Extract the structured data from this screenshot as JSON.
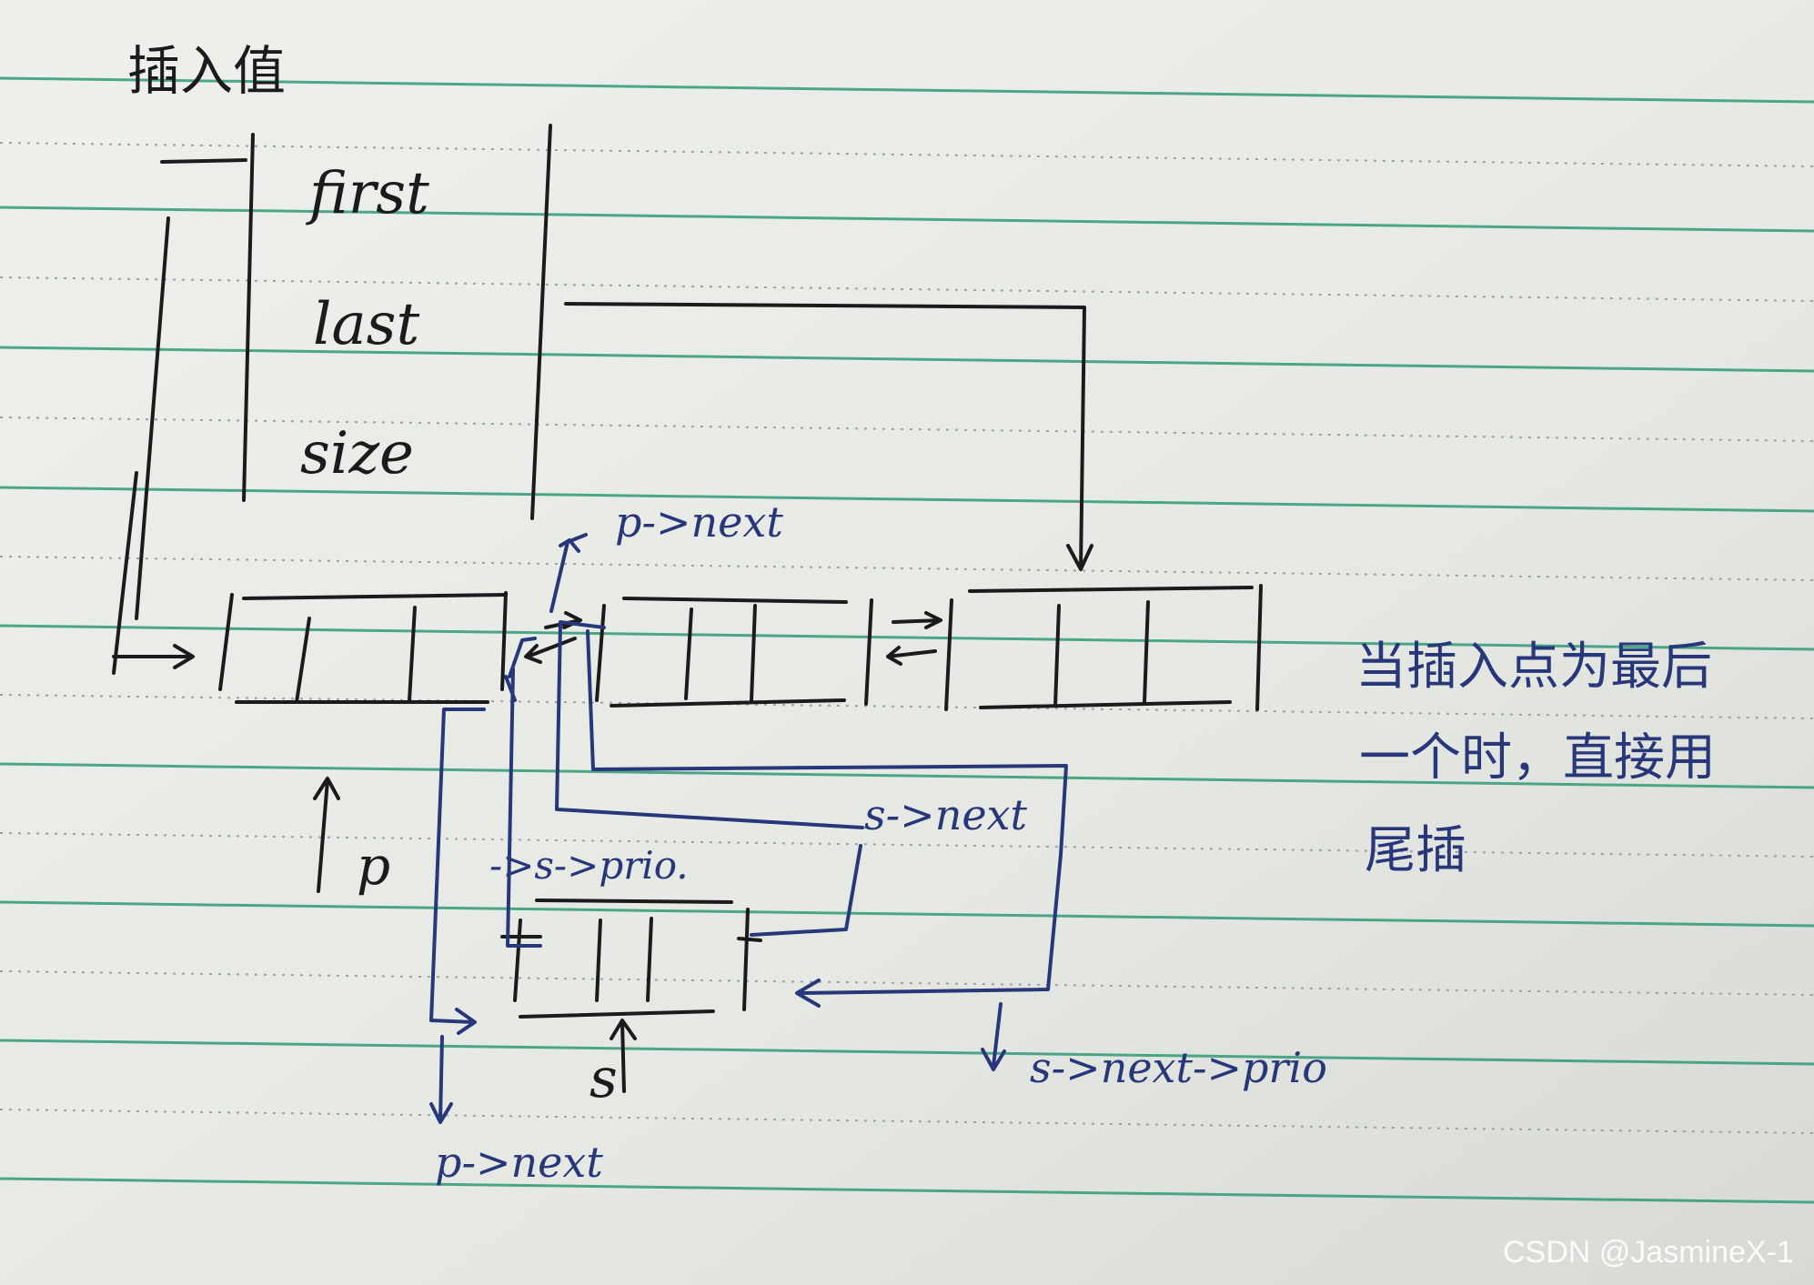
{
  "title": "插入值",
  "struct_fields": [
    "first",
    "last",
    "size"
  ],
  "labels": {
    "p_next_top": "p->next",
    "s_next": "s->next",
    "s_prio": "->s->prio.",
    "p_label": "p",
    "s_label": "s",
    "p_next_bottom": "p->next",
    "s_next_prio": "s->next->prio"
  },
  "note_lines": [
    "当插入点为最后",
    "一个时，直接用",
    "尾插"
  ],
  "watermark": "CSDN @JasmineX-1",
  "colors": {
    "paper": "#e9eae6",
    "rule_green": "#2f9a78",
    "rule_dots": "#9aa0a0",
    "ink_black": "#1b1b1d",
    "ink_blue": "#27377a"
  }
}
